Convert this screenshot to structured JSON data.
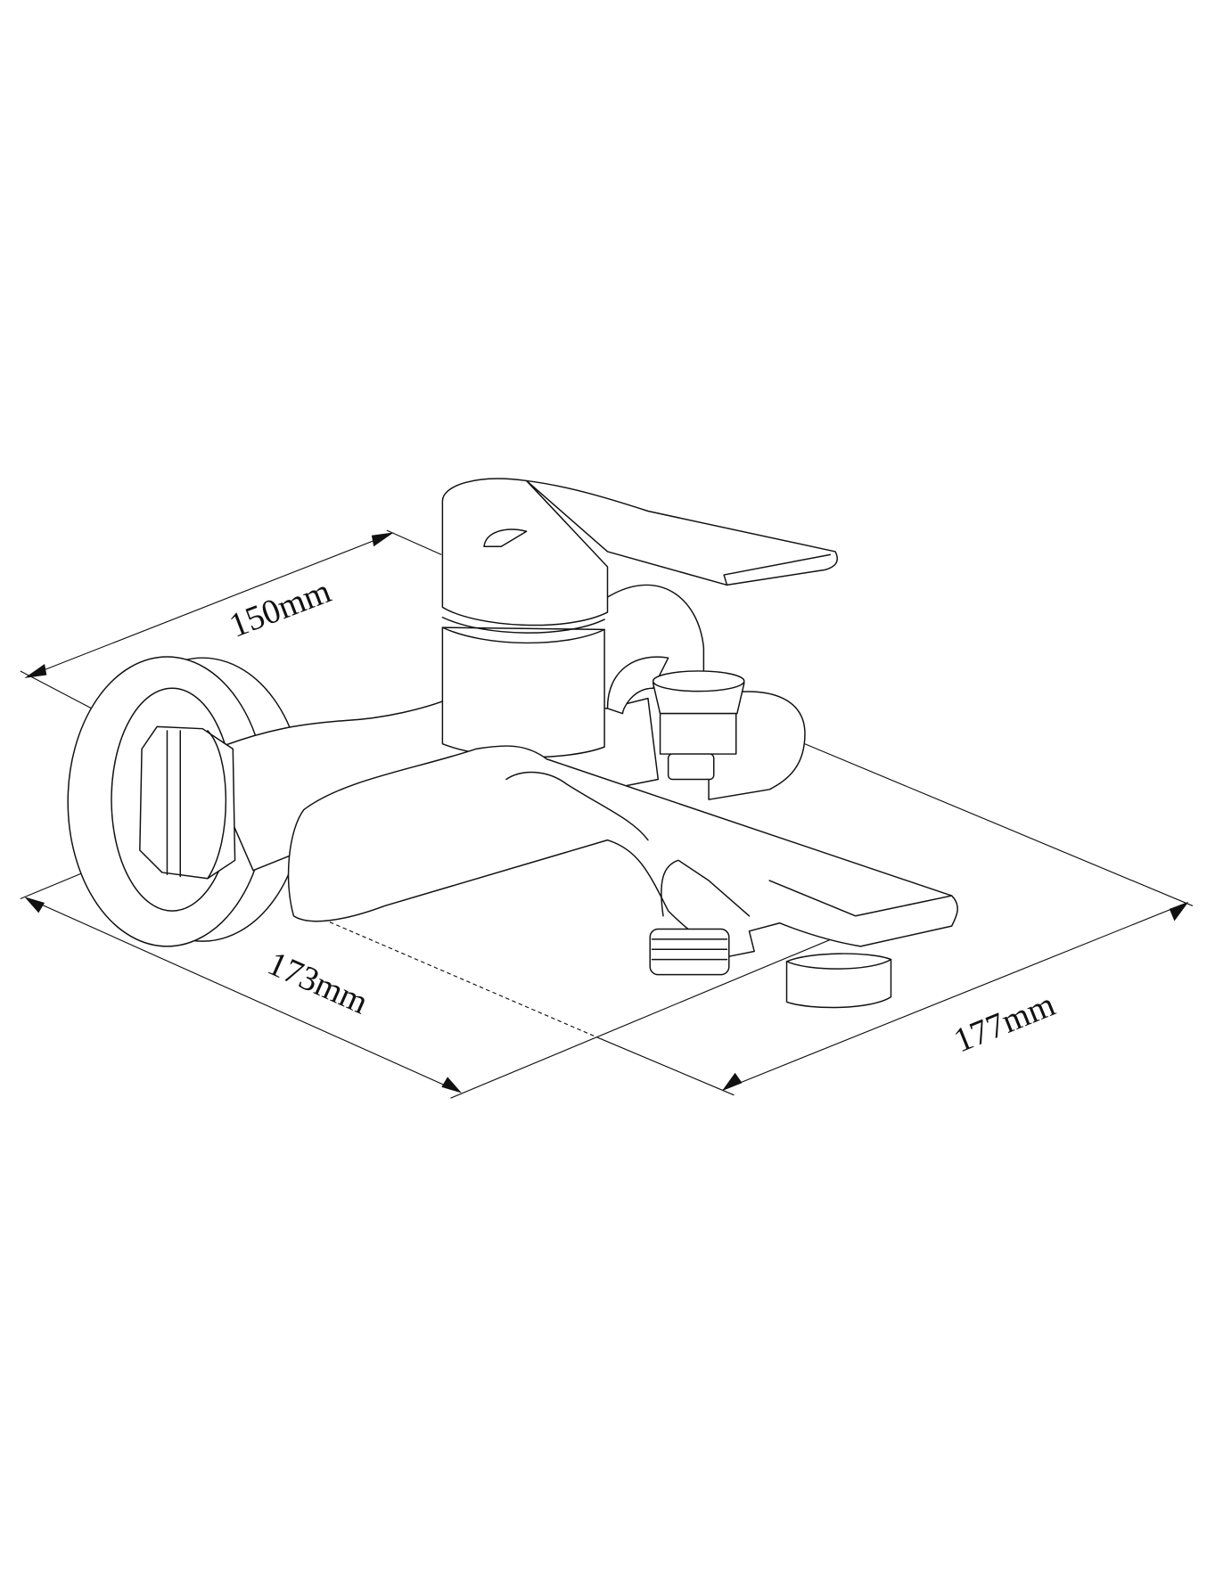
{
  "diagram": {
    "dimensions": {
      "depth": "150mm",
      "width": "173mm",
      "length": "177mm"
    },
    "colors": {
      "line": "#111111",
      "background": "#ffffff"
    }
  }
}
